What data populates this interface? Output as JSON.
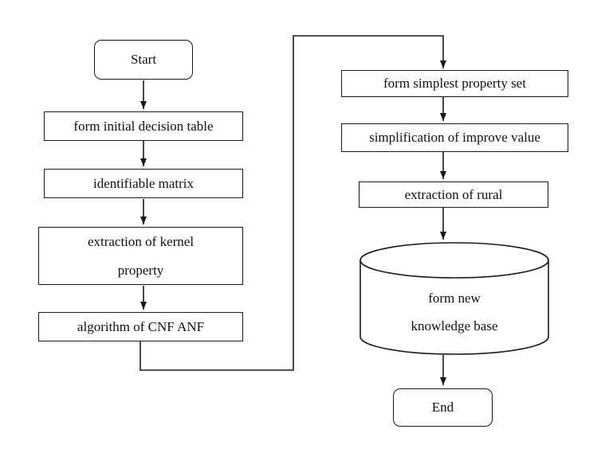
{
  "flowchart": {
    "nodes": {
      "start": {
        "label": "Start",
        "shape": "terminator"
      },
      "form_initial_decision_table": {
        "label": "form initial decision table",
        "shape": "process"
      },
      "identifiable_matrix": {
        "label": "identifiable matrix",
        "shape": "process"
      },
      "extraction_of_kernel_property": {
        "label": "extraction of kernel property",
        "lines": [
          "extraction of kernel",
          "property"
        ],
        "shape": "process"
      },
      "algorithm_of_cnf_anf": {
        "label": "algorithm of CNF ANF",
        "shape": "process"
      },
      "form_simplest_property_set": {
        "label": "form simplest property set",
        "shape": "process"
      },
      "simplification_of_improve_value": {
        "label": "simplification of improve value",
        "shape": "process"
      },
      "extraction_of_rural": {
        "label": "extraction of rural",
        "shape": "process"
      },
      "form_new_knowledge_base": {
        "label": "form new knowledge base",
        "lines": [
          "form new",
          "knowledge base"
        ],
        "shape": "database-cylinder"
      },
      "end": {
        "label": "End",
        "shape": "terminator"
      }
    },
    "edges": [
      "start -> form_initial_decision_table",
      "form_initial_decision_table -> identifiable_matrix",
      "identifiable_matrix -> extraction_of_kernel_property",
      "extraction_of_kernel_property -> algorithm_of_cnf_anf",
      "algorithm_of_cnf_anf -> form_simplest_property_set",
      "form_simplest_property_set -> simplification_of_improve_value",
      "simplification_of_improve_value -> extraction_of_rural",
      "extraction_of_rural -> form_new_knowledge_base",
      "form_new_knowledge_base -> end"
    ],
    "colors": {
      "line": "#1a1a1a",
      "background": "#ffffff",
      "node_fill": "#ffffff",
      "text": "#111111"
    }
  }
}
